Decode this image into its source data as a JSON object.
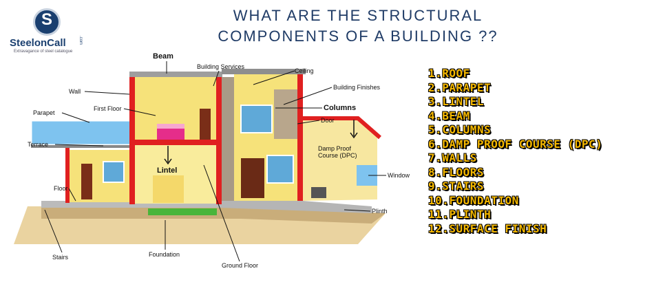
{
  "brand": {
    "name": "SteelonCall",
    "tagline": "Extravagance of steel catalogue",
    "domain": ".com",
    "logo_letter": "S"
  },
  "title": {
    "line1": "WHAT ARE THE STRUCTURAL",
    "line2": "COMPONENTS OF A BUILDING ??"
  },
  "diagram_labels": {
    "beam": "Beam",
    "building_services": "Building Services",
    "ceiling": "Ceiling",
    "wall": "Wall",
    "building_finishes": "Building Finishes",
    "first_floor": "First Floor",
    "columns": "Columns",
    "parapet": "Parapet",
    "door": "Door",
    "terrace": "Terrace",
    "damp_proof": "Damp Proof",
    "course_dpc": "Course (DPC)",
    "lintel": "Lintel",
    "window": "Window",
    "floor": "Floor",
    "plinth": "Plinth",
    "stairs": "Stairs",
    "foundation": "Foundation",
    "ground_floor": "Ground Floor"
  },
  "components": [
    "1.ROOF",
    "2.PARAPET",
    "3.LINTEL",
    "4.BEAM",
    "5.COLUMNS",
    "6.DAMP PROOF COURSE (DPC)",
    "7.WALLS",
    "8.FLOORS",
    "9.STAIRS",
    "10.FOUNDATION",
    "11.PLINTH",
    "12.SURFACE FINISH"
  ],
  "colors": {
    "title": "#1f3b66",
    "list_text": "#f5b800",
    "wall_red": "#e02020",
    "interior_yellow": "#f6e27a",
    "ground": "#e8cf99"
  }
}
